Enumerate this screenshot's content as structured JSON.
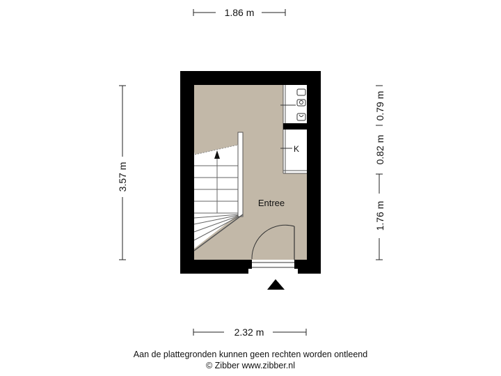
{
  "room": {
    "name": "Entree"
  },
  "appliance_label": "K",
  "dimensions": {
    "top_width": "1.86 m",
    "bottom_width": "2.32 m",
    "left_height": "3.57 m",
    "right_segment_1": "0.79 m",
    "right_segment_2": "0.82 m",
    "right_segment_3": "1.76 m"
  },
  "footer": {
    "disclaimer": "Aan de plattegronden kunnen geen rechten worden ontleend",
    "copyright": "© Zibber www.zibber.nl"
  },
  "colors": {
    "floor": "#c2b8a8",
    "wall": "#000000",
    "closet": "#ffffff"
  }
}
